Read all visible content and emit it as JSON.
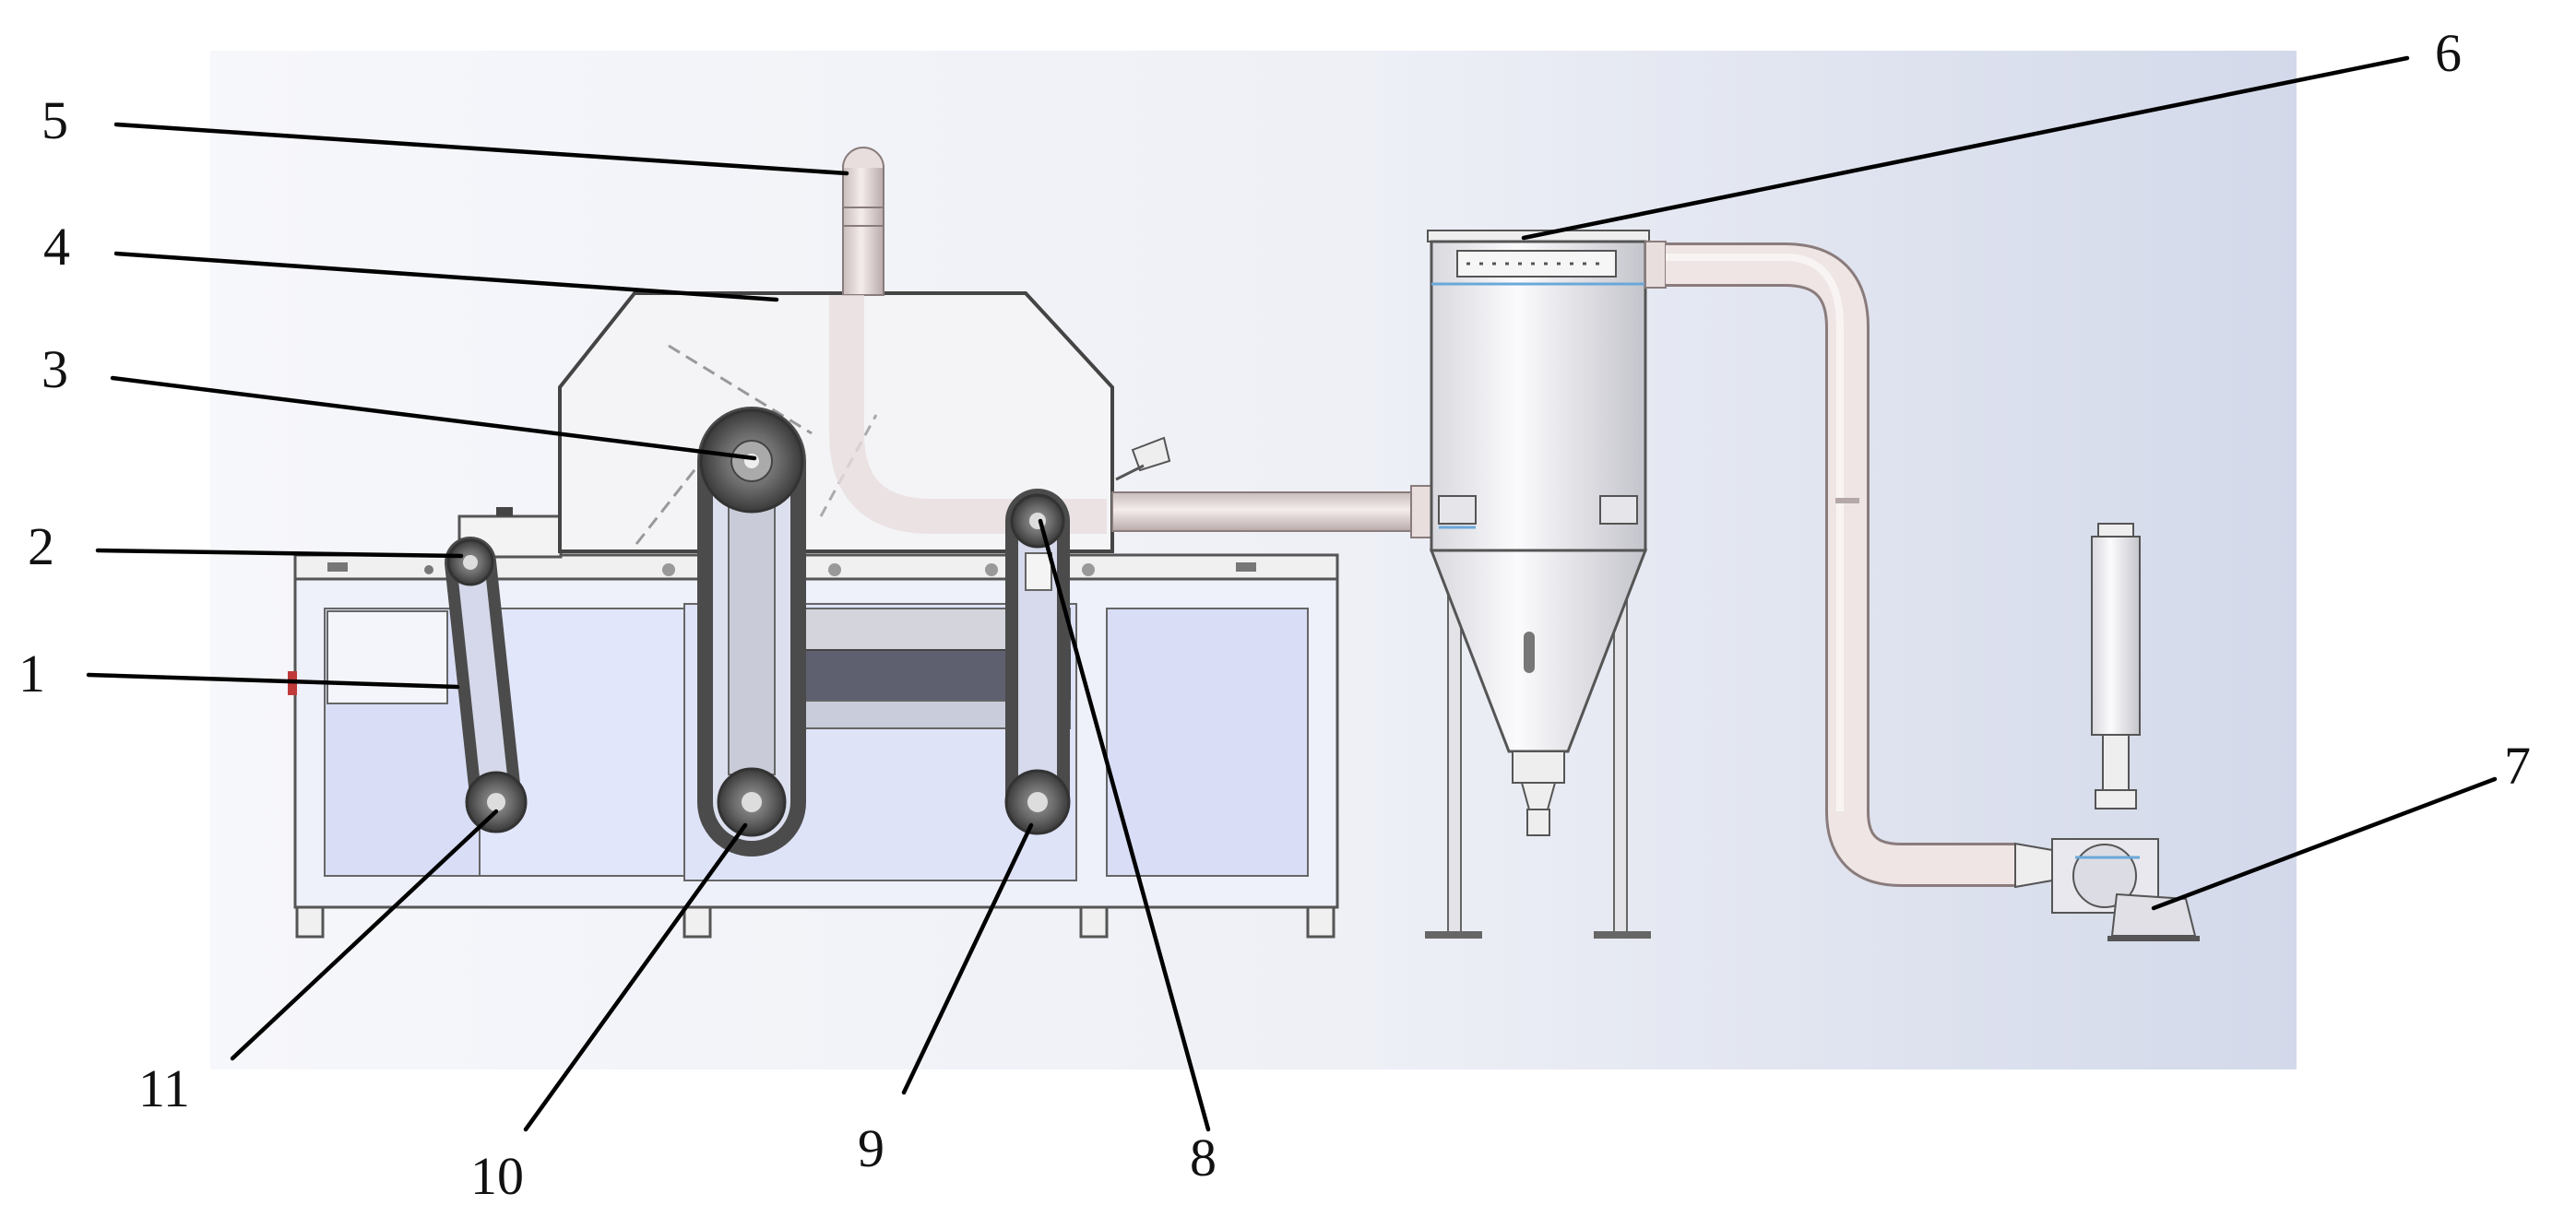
{
  "figure": {
    "callouts": [
      {
        "id": "1",
        "label": "1"
      },
      {
        "id": "2",
        "label": "2"
      },
      {
        "id": "3",
        "label": "3"
      },
      {
        "id": "4",
        "label": "4"
      },
      {
        "id": "5",
        "label": "5"
      },
      {
        "id": "6",
        "label": "6"
      },
      {
        "id": "7",
        "label": "7"
      },
      {
        "id": "8",
        "label": "8"
      },
      {
        "id": "9",
        "label": "9"
      },
      {
        "id": "10",
        "label": "10"
      },
      {
        "id": "11",
        "label": "11"
      }
    ],
    "colors": {
      "background_gradient_start": "#f4f5f9",
      "background_gradient_end": "#d3d9ea",
      "panel_blue": "#d9def6",
      "pipe": "#e9dede",
      "hopper": "#f1f1f4",
      "belt": "#4b4b4b"
    }
  }
}
